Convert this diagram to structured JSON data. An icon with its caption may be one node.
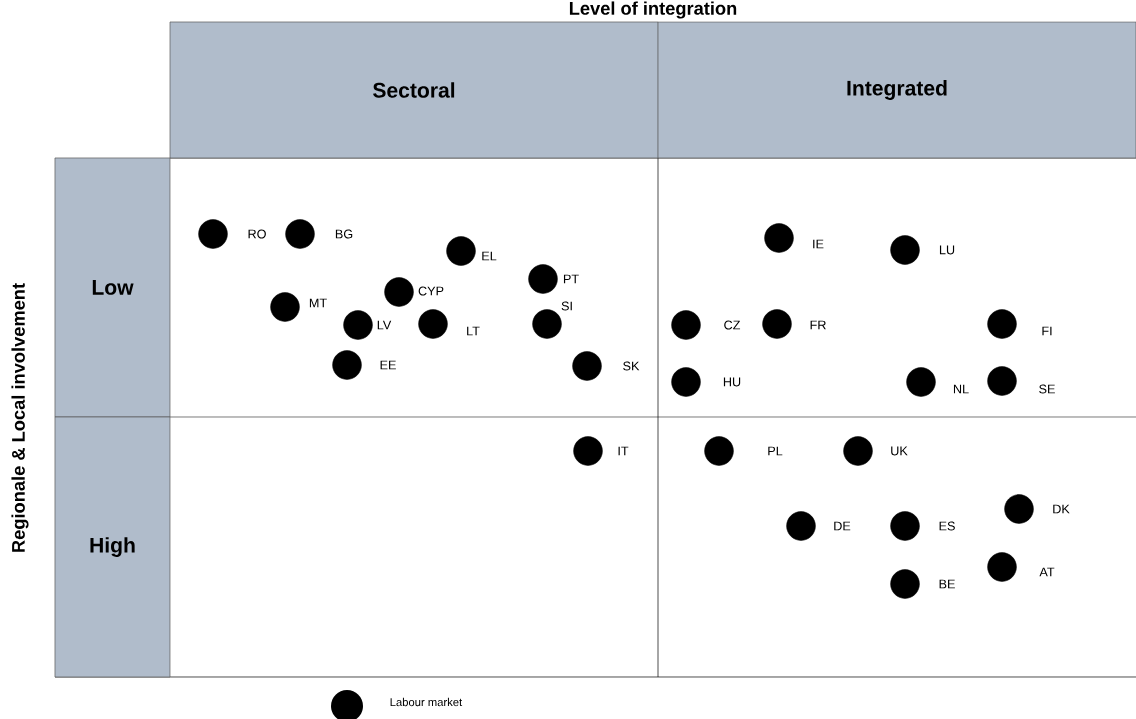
{
  "diagram": {
    "nodes": [
      {
        "text": [
          "Sectoral"
        ]
      },
      {
        "text": [
          "Integrated"
        ]
      },
      {
        "text": [
          "Low"
        ]
      },
      {
        "text": [
          "High"
        ]
      },
      {
        "text": [],
        "shape": "circle",
        "beside": [
          "RO"
        ]
      },
      {
        "text": [],
        "shape": "circle",
        "beside": [
          "BG"
        ]
      },
      {
        "text": [],
        "shape": "circle",
        "beside": [
          "IE"
        ]
      },
      {
        "text": [],
        "shape": "circle",
        "beside": [
          "LU"
        ]
      },
      {
        "text": [],
        "shape": "circle",
        "beside": [
          "EL"
        ]
      },
      {
        "text": [],
        "shape": "circle",
        "beside": [
          "PT"
        ]
      },
      {
        "text": [],
        "shape": "circle",
        "beside": [
          "CYP"
        ]
      },
      {
        "text": [],
        "shape": "circle",
        "beside": [
          "MT"
        ]
      },
      {
        "text": [],
        "shape": "circle",
        "beside": [
          "SI"
        ]
      },
      {
        "text": [],
        "shape": "circle",
        "beside": [
          "LV"
        ]
      },
      {
        "text": [],
        "shape": "circle",
        "beside": [
          "LT"
        ]
      },
      {
        "text": [],
        "shape": "circle",
        "beside": [
          "CZ"
        ]
      },
      {
        "text": [],
        "shape": "circle",
        "beside": [
          "FR"
        ]
      },
      {
        "text": [],
        "shape": "circle",
        "beside": [
          "FI"
        ]
      },
      {
        "text": [],
        "shape": "circle",
        "beside": [
          "EE"
        ]
      },
      {
        "text": [],
        "shape": "circle",
        "beside": [
          "SK"
        ]
      },
      {
        "text": [],
        "shape": "circle",
        "beside": [
          "HU"
        ]
      },
      {
        "text": [],
        "shape": "circle",
        "beside": [
          "NL"
        ]
      },
      {
        "text": [],
        "shape": "circle",
        "beside": [
          "SE"
        ]
      },
      {
        "text": [],
        "shape": "circle",
        "beside": [
          "IT"
        ]
      },
      {
        "text": [],
        "shape": "circle",
        "beside": [
          "PL"
        ]
      },
      {
        "text": [],
        "shape": "circle",
        "beside": [
          "UK"
        ]
      },
      {
        "text": [],
        "shape": "circle",
        "beside": [
          "DK"
        ]
      },
      {
        "text": [],
        "shape": "circle",
        "beside": [
          "DE"
        ]
      },
      {
        "text": [],
        "shape": "circle",
        "beside": [
          "ES"
        ]
      },
      {
        "text": [],
        "shape": "circle",
        "beside": [
          "AT"
        ]
      },
      {
        "text": [],
        "shape": "circle",
        "beside": [
          "BE"
        ]
      }
    ],
    "labels": [
      "Level of integration",
      "Regionale & Local involvement"
    ],
    "legend": [
      {
        "text": "Labour market"
      }
    ]
  }
}
